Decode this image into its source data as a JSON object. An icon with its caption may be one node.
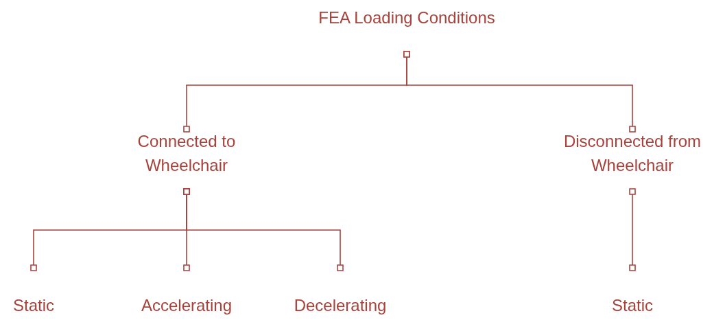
{
  "diagram": {
    "nodes": [
      {
        "text": [
          "FEA Loading Conditions"
        ]
      },
      {
        "text": [
          "Connected to Wheelchair"
        ]
      },
      {
        "text": [
          "Disconnected from Wheelchair"
        ]
      },
      {
        "text": [
          "Static"
        ]
      },
      {
        "text": [
          "Accelerating"
        ]
      },
      {
        "text": [
          "Decelerating"
        ]
      },
      {
        "text": [
          "Static"
        ]
      }
    ],
    "edges": [
      {
        "from": 0,
        "to": 1,
        "arrow": "other"
      },
      {
        "from": 0,
        "to": 2,
        "arrow": "other"
      },
      {
        "from": 1,
        "to": 3,
        "arrow": "other"
      },
      {
        "from": 1,
        "to": 4,
        "arrow": "other"
      },
      {
        "from": 1,
        "to": 5,
        "arrow": "other"
      },
      {
        "from": 2,
        "to": 6,
        "arrow": "other"
      }
    ]
  }
}
